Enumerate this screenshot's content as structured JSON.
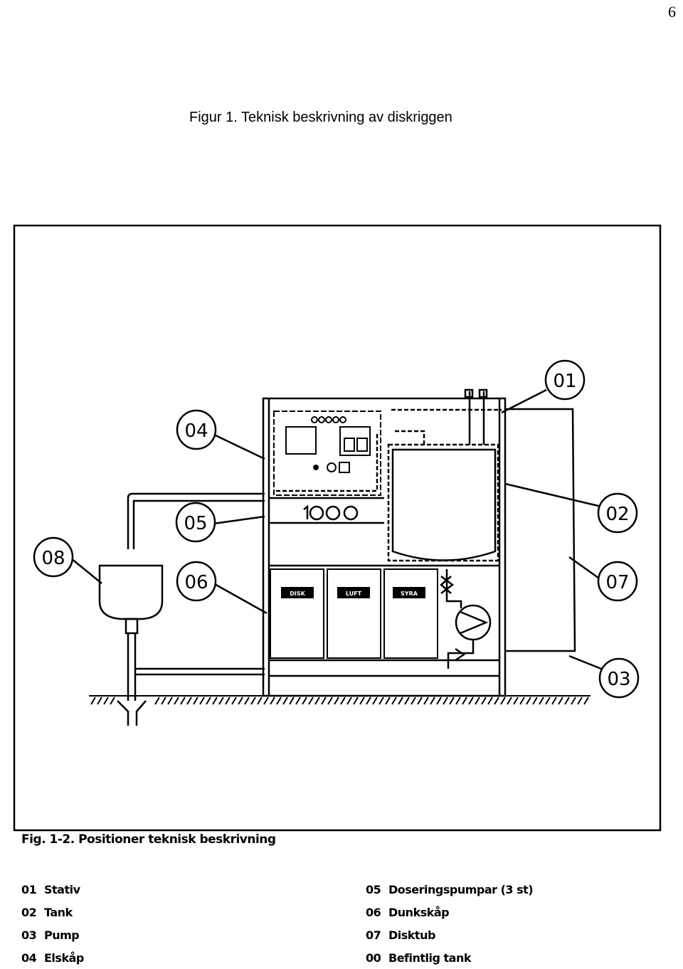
{
  "page": {
    "number": "6"
  },
  "figure": {
    "title": "Figur 1. Teknisk beskrivning av diskriggen"
  },
  "diagram": {
    "callouts": [
      "01",
      "02",
      "03",
      "04",
      "05",
      "06",
      "07",
      "08"
    ],
    "panel_labels": [
      "DISK",
      "LUFT",
      "SYRA"
    ]
  },
  "caption": "Fig. 1-2. Positioner teknisk beskrivning",
  "legend": {
    "left": [
      {
        "num": "01",
        "label": "Stativ"
      },
      {
        "num": "02",
        "label": "Tank"
      },
      {
        "num": "03",
        "label": "Pump"
      },
      {
        "num": "04",
        "label": "Elskåp"
      }
    ],
    "right": [
      {
        "num": "05",
        "label": "Doseringspumpar (3 st)"
      },
      {
        "num": "06",
        "label": "Dunkskåp"
      },
      {
        "num": "07",
        "label": "Disktub"
      },
      {
        "num": "00",
        "label": "Befintlig tank"
      }
    ]
  }
}
